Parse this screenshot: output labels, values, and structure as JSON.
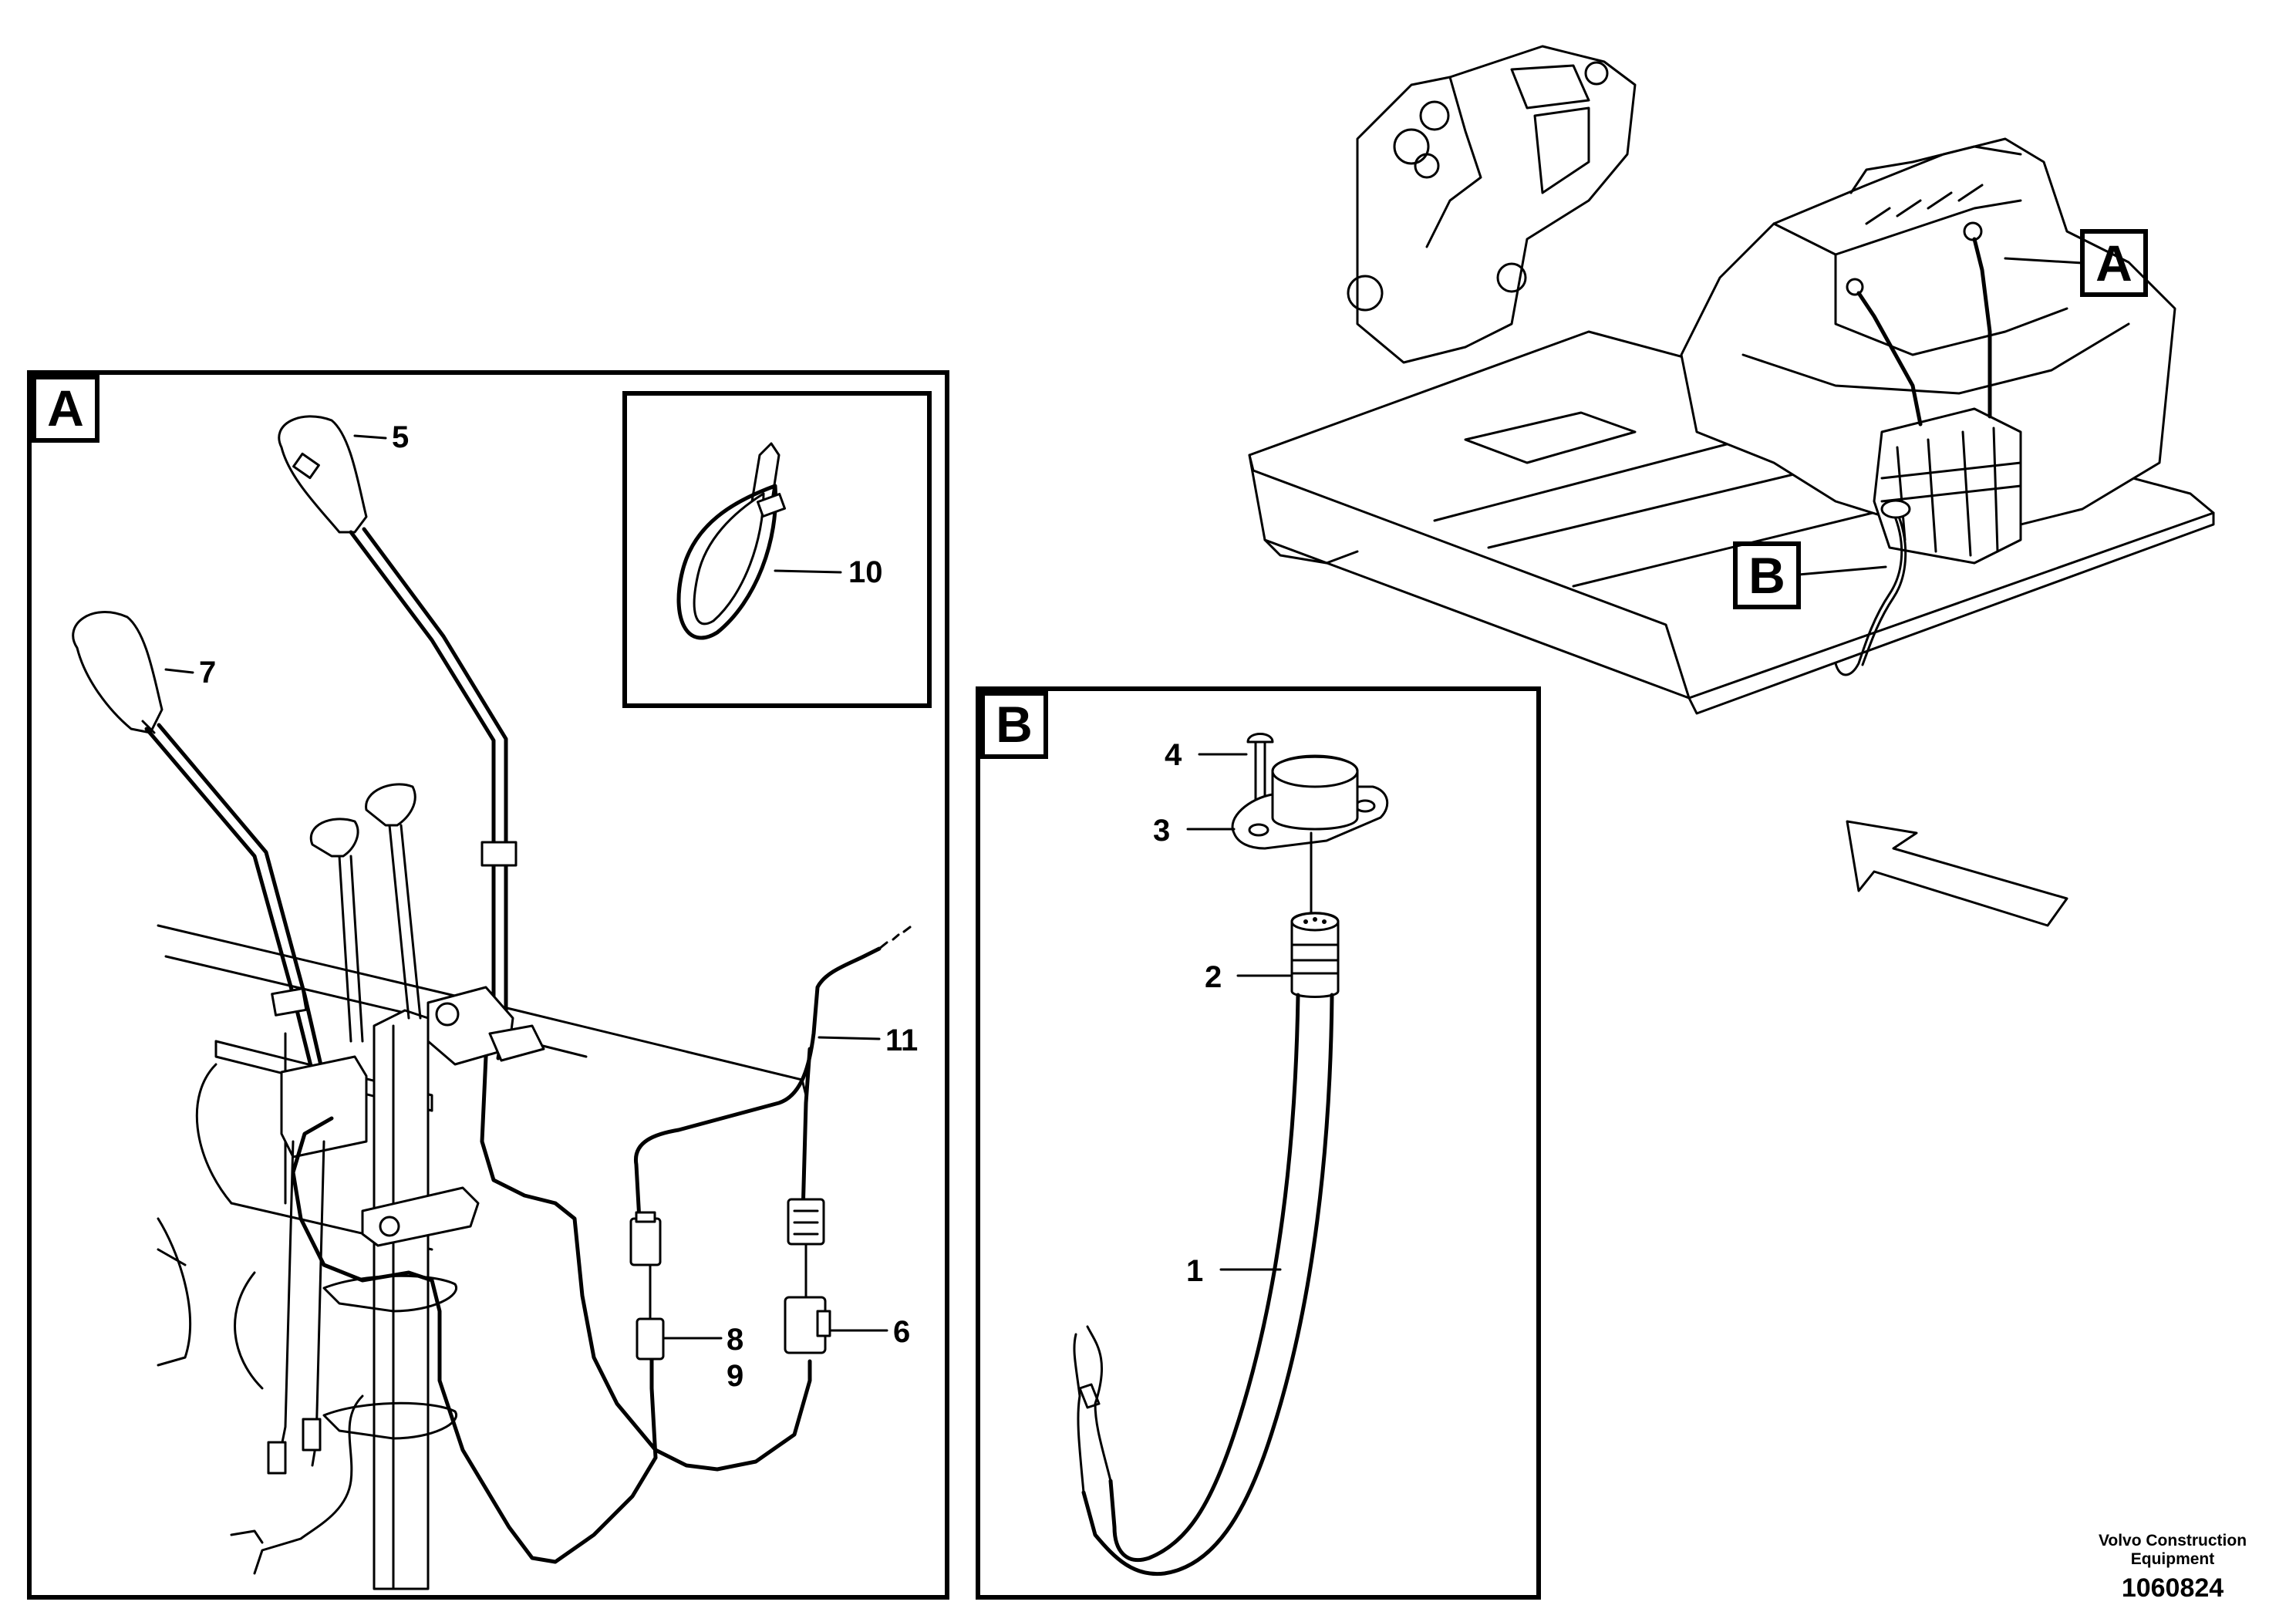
{
  "panels": {
    "a": {
      "letter": "A"
    },
    "b": {
      "letter": "B"
    }
  },
  "overview": {
    "tag_a": "A",
    "tag_b": "B"
  },
  "callouts": {
    "c1": "1",
    "c2": "2",
    "c3": "3",
    "c4": "4",
    "c5": "5",
    "c6": "6",
    "c7": "7",
    "c8": "8",
    "c9": "9",
    "c10": "10",
    "c11": "11"
  },
  "footer": {
    "brand_line1": "Volvo Construction",
    "brand_line2": "Equipment",
    "doc_number": "1060824"
  }
}
